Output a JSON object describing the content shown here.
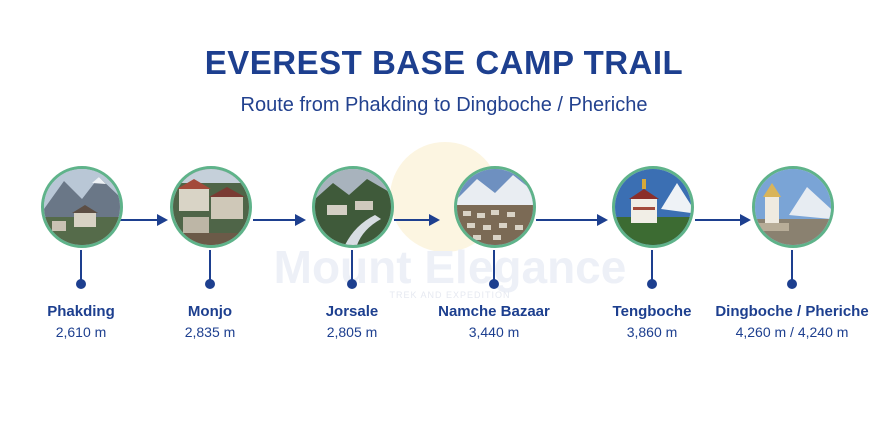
{
  "header": {
    "title": "EVEREST BASE CAMP TRAIL",
    "subtitle": "Route from Phakding to Dingboche / Pheriche"
  },
  "watermark": {
    "brand": "Mount Elegance",
    "tagline": "TREK AND EXPEDITION"
  },
  "stops": [
    {
      "name": "Phakding",
      "altitude": "2,610 m",
      "photo": "valley-village"
    },
    {
      "name": "Monjo",
      "altitude": "2,835 m",
      "photo": "lodge-buildings"
    },
    {
      "name": "Jorsale",
      "altitude": "2,805 m",
      "photo": "river-forest"
    },
    {
      "name": "Namche Bazaar",
      "altitude": "3,440 m",
      "photo": "terraced-town"
    },
    {
      "name": "Tengboche",
      "altitude": "3,860 m",
      "photo": "monastery"
    },
    {
      "name": "Dingboche / Pheriche",
      "altitude": "4,260 m / 4,240 m",
      "photo": "stupa-peaks"
    }
  ],
  "colors": {
    "primary": "#1d3f8f",
    "ring": "#5fb38a"
  }
}
